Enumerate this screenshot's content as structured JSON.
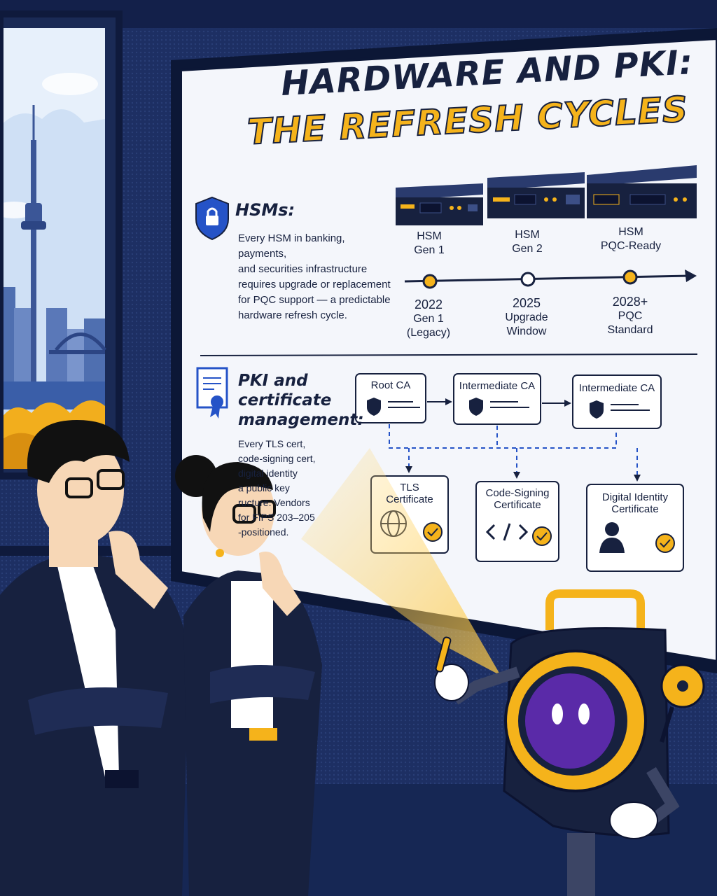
{
  "poster": {
    "title_line1": "HARDWARE AND PKI:",
    "title_line2": "THE REFRESH CYCLES"
  },
  "hsm_section": {
    "heading": "HSMs:",
    "body": [
      "Every HSM in banking, payments,",
      "and securities infrastructure",
      "requires upgrade or replacement",
      "for PQC support — a predictable",
      "hardware refresh cycle."
    ],
    "devices": [
      {
        "line1": "HSM",
        "line2": "Gen 1"
      },
      {
        "line1": "HSM",
        "line2": "Gen 2"
      },
      {
        "line1": "HSM",
        "line2": "PQC-Ready"
      }
    ],
    "timeline": [
      {
        "year": "2022",
        "line1": "Gen 1",
        "line2": "(Legacy)"
      },
      {
        "year": "2025",
        "line1": "Upgrade",
        "line2": "Window"
      },
      {
        "year": "2028+",
        "line1": "PQC",
        "line2": "Standard"
      }
    ]
  },
  "pki_section": {
    "heading": [
      "PKI and",
      "certificate",
      "management:"
    ],
    "body": [
      "Every TLS cert,",
      "code-signing cert,",
      "digital identity",
      "a public key",
      "ructure. Vendors",
      "for FIPS 203–205",
      "-positioned."
    ],
    "cas": [
      "Root CA",
      "Intermediate CA",
      "Intermediate CA"
    ],
    "certificates": [
      {
        "line1": "TLS",
        "line2": "Certificate",
        "icon": "globe-icon"
      },
      {
        "line1": "Code-Signing",
        "line2": "Certificate",
        "icon": "code-icon"
      },
      {
        "line1": "Digital Identity",
        "line2": "Certificate",
        "icon": "person-icon"
      }
    ]
  },
  "colors": {
    "navy": "#17213f",
    "gold": "#f5b31b",
    "accent_blue": "#2553c7",
    "robot_face": "#5a2aa8"
  }
}
